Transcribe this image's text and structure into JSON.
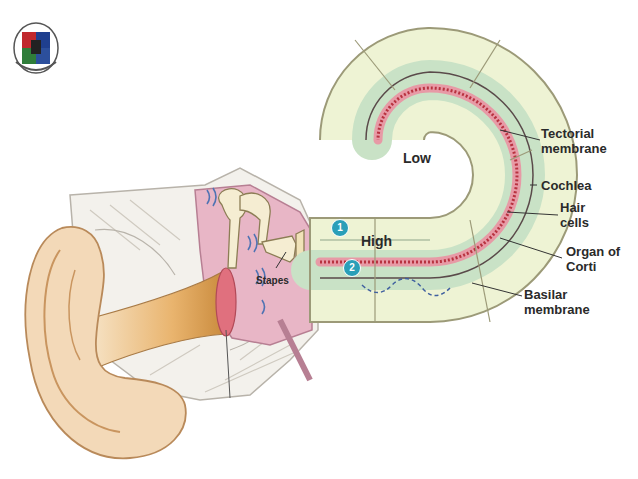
{
  "diagram": {
    "nodes": [
      {
        "text": [
          "1"
        ]
      },
      {
        "text": [
          "2"
        ]
      }
    ],
    "labels": [
      "Tectorial membrane",
      "Low",
      "Cochlea",
      "Hair cells",
      "High",
      "Stapes",
      "Organ of Corti",
      "Basilar membrane"
    ]
  }
}
